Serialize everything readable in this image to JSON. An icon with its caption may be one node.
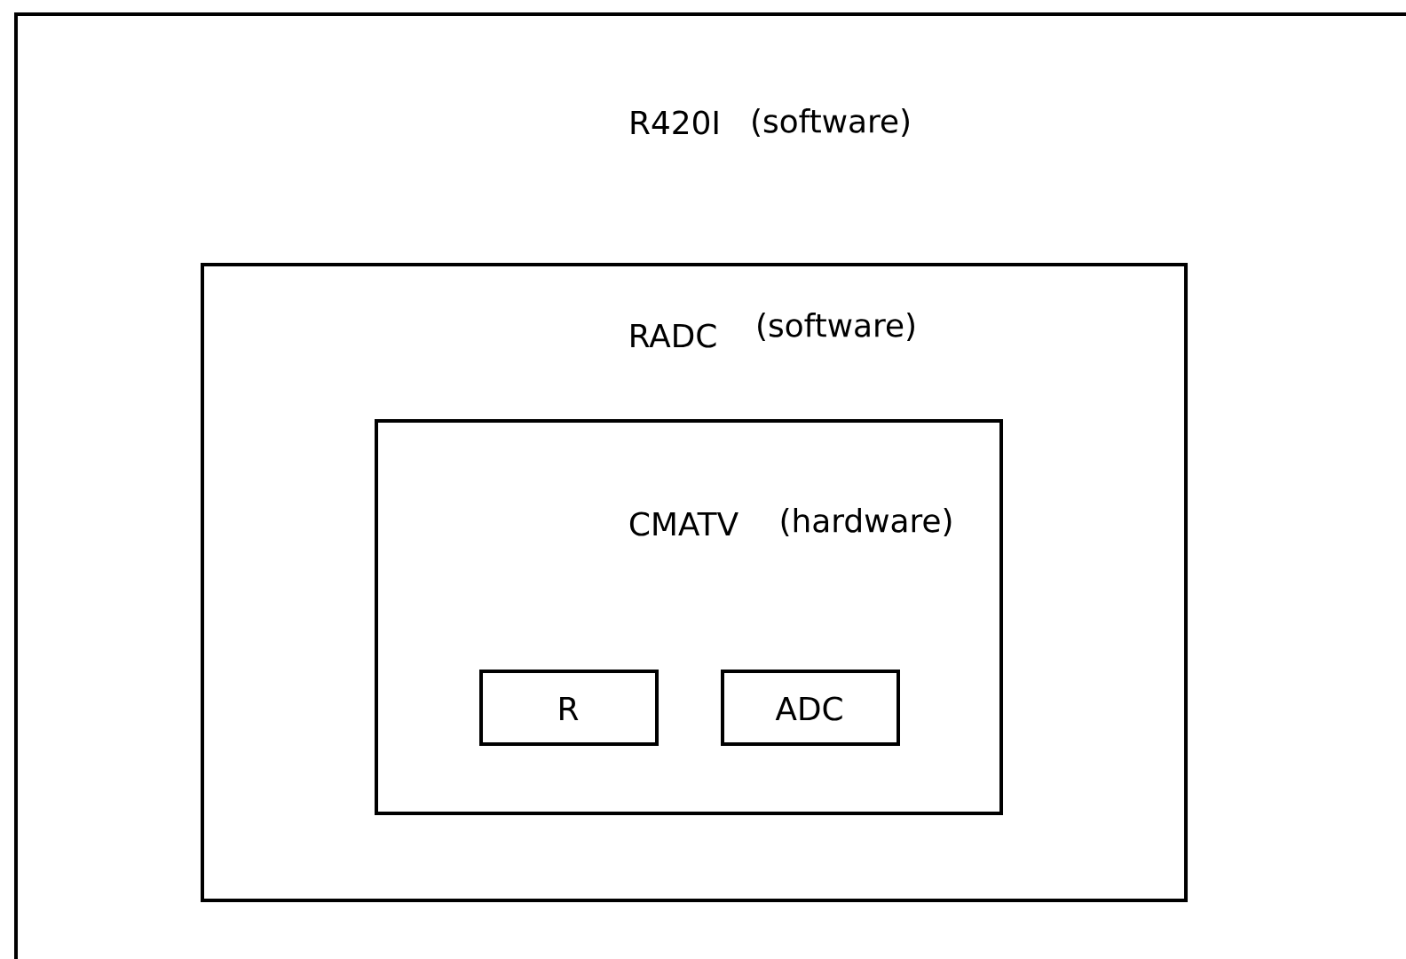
{
  "diagram": {
    "nodes": [
      {
        "text": [
          "R420I",
          "(software)"
        ]
      },
      {
        "text": [
          "RADC",
          "(software)"
        ],
        "in": 0
      },
      {
        "text": [
          "CMATV",
          "(hardware)"
        ],
        "in": 1
      },
      {
        "text": [
          "R"
        ],
        "in": 2
      },
      {
        "text": [
          "ADC"
        ],
        "in": 2
      }
    ]
  }
}
